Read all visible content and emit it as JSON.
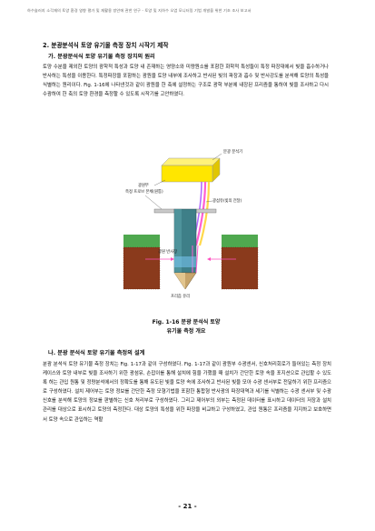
{
  "header": "하수슬러지 소각재의 토양 환경 영향 평가 및 재활용 방안에 관한 연구 - 토양 및 지하수 오염 모니터링 기법 개발을 위한 기초 조사 보고서",
  "section_title": "2. 분광분석식 토양 유기물 측정 장치 시작기 제작",
  "subsection_a": "가. 분광분석식 토양 유기물 측정 장치의 원리",
  "para1": "토양 수분을 제외한 토양의 광학적 특성과 토양 내 존재하는 영양소와 미량원소를 포함한 화학적 특성들이 특정 파장대에서 빛을 흡수하거나 반사하는 특성을 이용한다. 특정파장을 포함하는 광원을 토양 내부에 조사하고 반사된 빛의 파장과 흡수 및 반사강도를 분석해 토양의 특성을 식별하는 원리이다. Fig. 1-16에 나타낸것과 같이 광원을 한 축에 설정하는 구조로 광학 부분에 내장된 프리즘을 통하여 빛을 조사하고 다시 수광하여 한 축의 토양 환경을 측정할 수 있도록 시작기를 고안하였다.",
  "figure": {
    "label_spectrometer": "분광 분석기",
    "label_light_source": "광원부",
    "label_fiber": "광섬유(빛의 전달)",
    "label_probe": "측정 프로브 본체(원통)",
    "label_light_path": "광원 반사창",
    "label_prism": "프리즘 유리"
  },
  "caption_line1": "Fig. 1-16 분광 분석식 토양",
  "caption_line2": "유기물 측정 개요",
  "subsection_b": "나. 분광 분석식 토양 유기물 측정의 설계",
  "para2": "분광 분석식 토양 유기물 측정 장치는 Fig. 1-17과 같이 구성하였다. Fig. 1-17과 같이 광원부 수광센서, 신호처리회로가 들어있는 측정 장치 케이스와 토양 내부로 빛을 조사하기 위한 광섬유, 손잡이를 통해 설치에 힘을 가했을 때 설치가 간단한 토양 속을 포지션으로 관입할 수 있도록 하는 관입 원통 및 정량분석에서의 정확도를 통해 유도된 빛을 토양 속에 조사하고 반사된 빛을 모아 수광 센서부로 전달하기 위한 프리즘으로 구성하였다. 설치 제어부는 토양 정보를 간단한 측정 모형기법을 포함한 통합형 반사광의 파장대역과 세기를 식별하는 수광 센서부 및 수광 신호를 분석해 토양의 정보를 판별하는 신호 처리부로 구성하였다. 그리고 제어부의 외부는 측정된 데이터를 표시하고 데이터의 저장과 설치 관리를 대상으로 표시하고 토양의 측정한다. 대상 토양의 특성을 위한 파장을 비교하고 구성하였고, 관입 원통은 프리즘을 지지하고 보호하면서 토양 속으로 관입하는 역할",
  "page_number": "- 21 -"
}
